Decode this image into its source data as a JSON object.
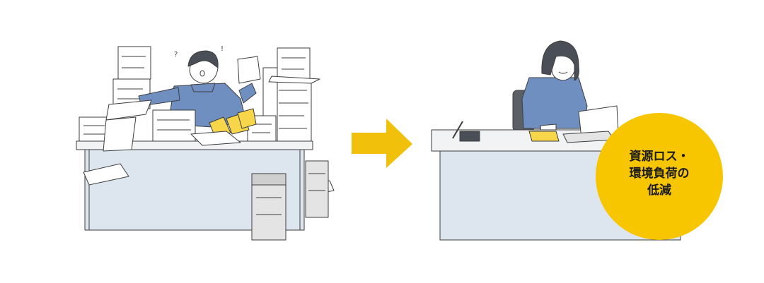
{
  "illustration": {
    "before_scene": "cluttered-desk-with-paper-stacks",
    "after_scene": "tidy-desk-with-laptop",
    "arrow_direction": "right"
  },
  "badge": {
    "line1": "資源ロス・",
    "line2": "環境負荷の",
    "line3": "低減"
  },
  "colors": {
    "badge": "#f7c600",
    "arrow": "#f1c00a",
    "desk_top": "#f1f3f5",
    "desk_panel": "#dde6ef",
    "shirt": "#6f8fc0",
    "hair": "#4a4f57",
    "outline": "#3d3d3d",
    "paper": "#ffffff",
    "paper_shade": "#e4e4e4",
    "paper_dark": "#cfcfcf"
  }
}
